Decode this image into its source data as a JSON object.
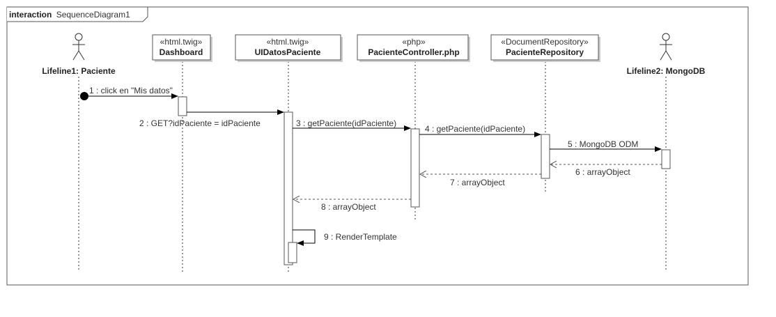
{
  "frame": {
    "keyword": "interaction",
    "name": "SequenceDiagram1"
  },
  "lifelines": [
    {
      "id": "paciente",
      "kind": "actor",
      "name": "Lifeline1: Paciente"
    },
    {
      "id": "dashboard",
      "kind": "box",
      "stereotype": "«html.twig»",
      "name": "Dashboard"
    },
    {
      "id": "uidatos",
      "kind": "box",
      "stereotype": "«html.twig»",
      "name": "UIDatosPaciente"
    },
    {
      "id": "controller",
      "kind": "box",
      "stereotype": "«php»",
      "name": "PacienteController.php"
    },
    {
      "id": "repository",
      "kind": "box",
      "stereotype": "«DocumentRepository»",
      "name": "PacienteRepository"
    },
    {
      "id": "mongodb",
      "kind": "actor",
      "name": "Lifeline2: MongoDB"
    }
  ],
  "messages": [
    {
      "label": "1 : click en \"Mis datos\"",
      "from": "paciente",
      "to": "dashboard",
      "type": "found"
    },
    {
      "label": "2 : GET?idPaciente = idPaciente",
      "from": "dashboard",
      "to": "uidatos",
      "type": "sync"
    },
    {
      "label": "3 : getPaciente(idPaciente)",
      "from": "uidatos",
      "to": "controller",
      "type": "sync"
    },
    {
      "label": "4 : getPaciente(idPaciente)",
      "from": "controller",
      "to": "repository",
      "type": "sync"
    },
    {
      "label": "5 : MongoDB ODM",
      "from": "repository",
      "to": "mongodb",
      "type": "sync"
    },
    {
      "label": "6 : arrayObject",
      "from": "mongodb",
      "to": "repository",
      "type": "reply"
    },
    {
      "label": "7 : arrayObject",
      "from": "repository",
      "to": "controller",
      "type": "reply"
    },
    {
      "label": "8 : arrayObject",
      "from": "controller",
      "to": "uidatos",
      "type": "reply"
    },
    {
      "label": "9 : RenderTemplate",
      "from": "uidatos",
      "to": "uidatos",
      "type": "self"
    }
  ]
}
